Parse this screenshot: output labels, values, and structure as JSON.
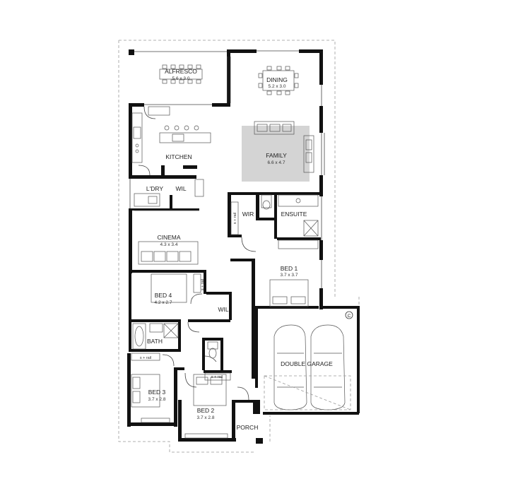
{
  "rooms": {
    "alfresco": {
      "name": "ALFRESCO",
      "size": "5.6 x 3.0"
    },
    "dining": {
      "name": "DINING",
      "size": "5.2 x 3.0"
    },
    "kitchen": {
      "name": "KITCHEN"
    },
    "family": {
      "name": "FAMILY",
      "size": "6.6 x 4.7"
    },
    "laundry": {
      "name": "L'DRY"
    },
    "wil_kitchen": {
      "name": "WIL"
    },
    "wir": {
      "name": "WIR"
    },
    "ensuite": {
      "name": "ENSUITE"
    },
    "cinema": {
      "name": "CINEMA",
      "size": "4.3 x 3.4"
    },
    "bed1": {
      "name": "BED 1",
      "size": "3.7 x 3.7"
    },
    "bed4": {
      "name": "BED 4",
      "size": "4.2 x 2.7"
    },
    "wil_hall": {
      "name": "WIL"
    },
    "bath": {
      "name": "BATH"
    },
    "double_garage": {
      "name": "DOUBLE GARAGE"
    },
    "bed3": {
      "name": "BED 3",
      "size": "3.7 x 2.8"
    },
    "bed2": {
      "name": "BED 2",
      "size": "3.7 x 2.8"
    },
    "porch": {
      "name": "PORCH"
    }
  },
  "rail_labels": {
    "wir": "s + rail",
    "bed4": "s + rail",
    "bed3": "s + rail",
    "bed2": "s + rail"
  },
  "symbols": {
    "garage_marker": "C"
  }
}
